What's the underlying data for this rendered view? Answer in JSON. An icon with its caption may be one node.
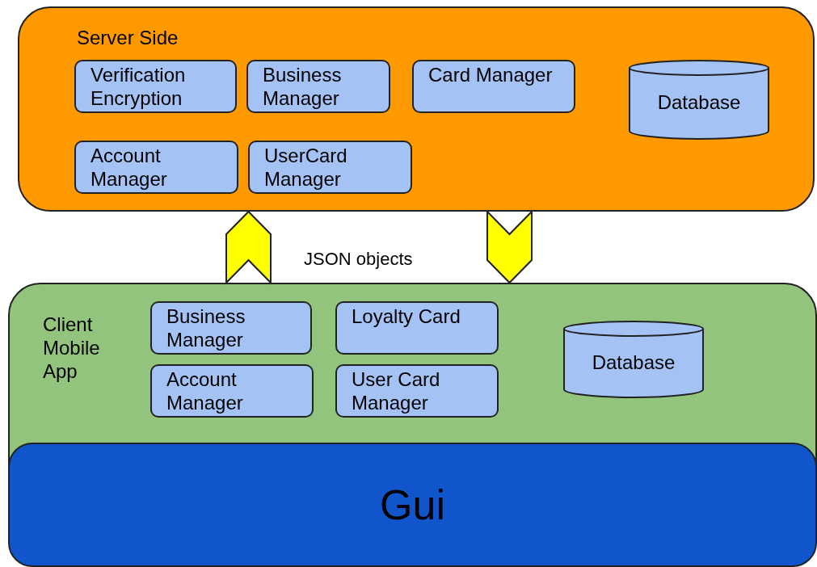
{
  "diagram": {
    "nodes": [
      {
        "text": [
          "Server Side"
        ]
      },
      {
        "text": [
          "Verification Encryption"
        ],
        "in": 0
      },
      {
        "text": [
          "Business Manager"
        ],
        "in": 0
      },
      {
        "text": [
          "Card Manager"
        ],
        "in": 0
      },
      {
        "text": [
          "Database"
        ],
        "in": 0
      },
      {
        "text": [
          "Account Manager"
        ],
        "in": 0
      },
      {
        "text": [
          "UserCard Manager"
        ],
        "in": 0
      },
      {
        "text": [
          "Client Mobile App"
        ]
      },
      {
        "text": [
          "Business Manager"
        ],
        "in": 7
      },
      {
        "text": [
          "Loyalty Card"
        ],
        "in": 7
      },
      {
        "text": [
          "Database"
        ],
        "in": 7
      },
      {
        "text": [
          "Account Manager"
        ],
        "in": 7
      },
      {
        "text": [
          "User Card Manager"
        ],
        "in": 7
      },
      {
        "text": [
          "Gui"
        ],
        "in": 7
      }
    ],
    "edges": [
      {
        "from": 7,
        "to": 0,
        "arrow": "to"
      },
      {
        "from": 0,
        "to": 7,
        "arrow": "to"
      }
    ],
    "labels": [
      "JSON objects"
    ]
  }
}
